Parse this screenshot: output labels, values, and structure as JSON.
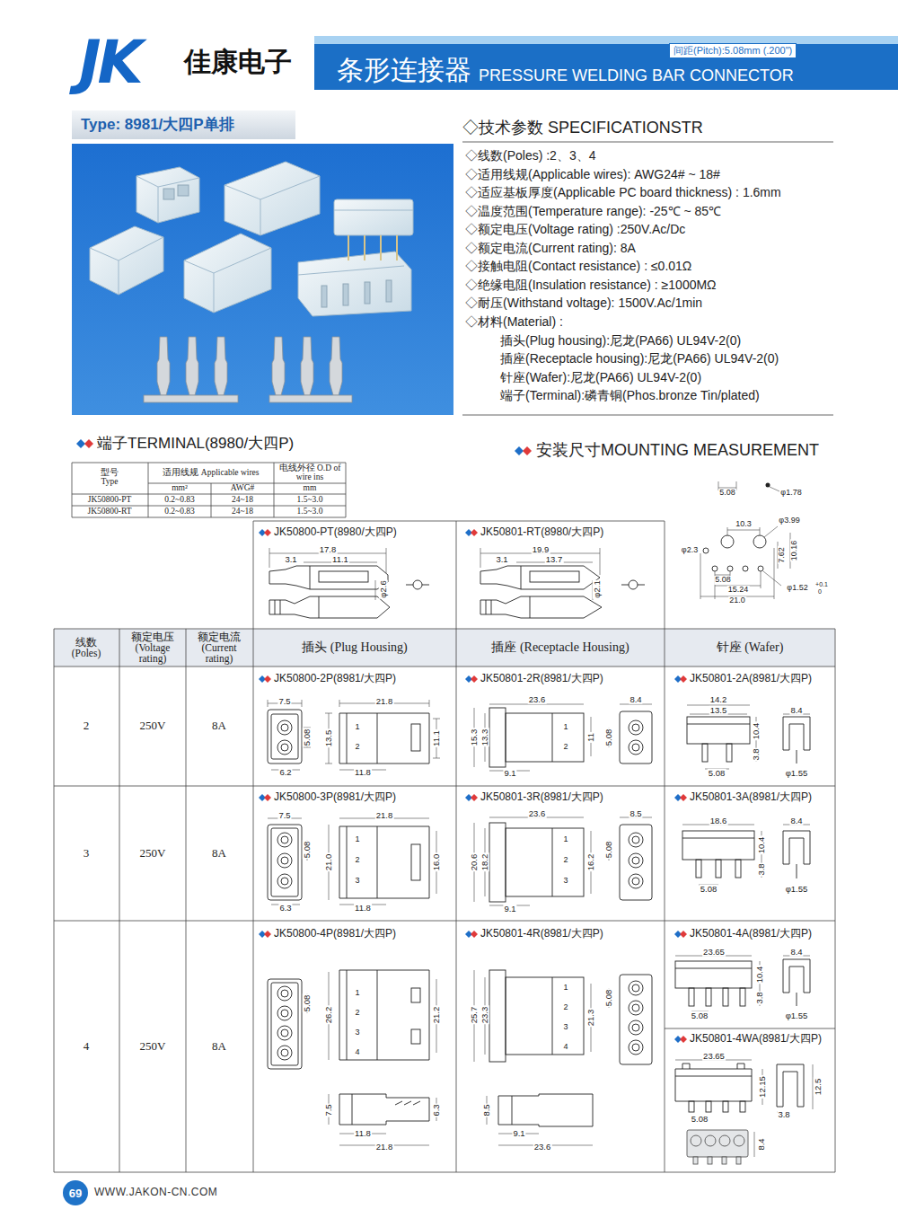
{
  "diagram": {
    "nodes": [
      {
        "text": [
          "条形连接器",
          "PRESSURE WELDING BAR CONNECTOR"
        ]
      },
      {
        "text": [
          "间距(Pitch):5.08mm (.200\")"
        ],
        "in": 0
      },
      {
        "text": [
          "Type: 8981/大四P单排"
        ]
      },
      {
        "text": [
          "69"
        ]
      }
    ],
    "labels": [
      "JK",
      "佳康电子",
      "◇技术参数 SPECIFICATIONSTR",
      "◇线数(Poles) :2、3、4",
      "◇适用线规(Applicable wires): AWG24# ~ 18#",
      "◇适应基板厚度(Applicable PC board thickness) : 1.6mm",
      "◇温度范围(Temperature range): -25℃ ~ 85℃",
      "◇额定电压(Voltage rating) :250V.Ac/Dc",
      "◇额定电流(Current rating): 8A",
      "◇接触电阻(Contact resistance) : ≤0.01Ω",
      "◇绝缘电阻(Insulation resistance) : ≥1000MΩ",
      "◇耐压(Withstand voltage): 1500V.Ac/1min",
      "◇材料(Material) :",
      "插头(Plug housing):尼龙(PA66) UL94V-2(0)",
      "插座(Receptacle housing):尼龙(PA66) UL94V-2(0)",
      "针座(Wafer):尼龙(PA66) UL94V-2(0)",
      "端子(Terminal):磷青铜(Phos.bronze Tin/plated)",
      "端子TERMINAL(8980/大四P)",
      "安装尺寸MOUNTING MEASUREMENT",
      "型号 Type",
      "适用线规 Applicable wires",
      "电线外径 O.D of wire ins",
      "mm²",
      "AWG#",
      "mm",
      "JK50800-PT",
      "0.2~0.83",
      "24~18",
      "1.5~3.0",
      "JK50800-RT",
      "0.2~0.83",
      "24~18",
      "1.5~3.0",
      "5.08",
      "φ1.78",
      "10.3",
      "φ3.99",
      "φ2.3",
      "7.62",
      "10.16",
      "5.08",
      "15.24",
      "21.0",
      "φ1.52",
      "+0.1",
      "0",
      "JK50800-PT(8980/大四P)",
      "17.8",
      "3.1",
      "11.1",
      "φ2.6",
      "JK50801-RT(8980/大四P)",
      "19.9",
      "3.1",
      "13.7",
      "φ2.1",
      "线数 (Poles)",
      "额定电压 (Voltage rating)",
      "额定电流 (Current rating)",
      "插头 (Plug Housing)",
      "插座 (Receptacle Housing)",
      "针座 (Wafer)",
      "2",
      "250V",
      "8A",
      "3",
      "250V",
      "8A",
      "4",
      "250V",
      "8A",
      "JK50800-2P(8981/大四P)",
      "7.5",
      "21.8",
      "5.08",
      "13.5",
      "11.1",
      "1",
      "2",
      "6.2",
      "11.8",
      "JK50801-2R(8981/大四P)",
      "23.6",
      "8.4",
      "15.3",
      "13.3",
      "1",
      "2",
      "11",
      "5.08",
      "9.1",
      "JK50801-2A(8981/大四P)",
      "14.2",
      "13.5",
      "8.4",
      "10.4",
      "3.8",
      "5.08",
      "φ1.55",
      "JK50800-3P(8981/大四P)",
      "7.5",
      "21.8",
      "5.08",
      "21.0",
      "1",
      "2",
      "3",
      "16.0",
      "6.3",
      "11.8",
      "JK50801-3R(8981/大四P)",
      "23.6",
      "8.5",
      "20.6",
      "18.2",
      "1",
      "2",
      "3",
      "16.2",
      "5.08",
      "9.1",
      "JK50801-3A(8981/大四P)",
      "18.6",
      "8.4",
      "10.4",
      "3.8",
      "5.08",
      "φ1.55",
      "JK50800-4P(8981/大四P)",
      "5.08",
      "26.2",
      "1",
      "2",
      "3",
      "4",
      "21.2",
      "7.5",
      "6.3",
      "11.8",
      "21.8",
      "JK50801-4R(8981/大四P)",
      "25.7",
      "23.3",
      "1",
      "2",
      "3",
      "4",
      "21.3",
      "5.08",
      "8.5",
      "9.1",
      "23.6",
      "JK50801-4A(8981/大四P)",
      "23.65",
      "8.4",
      "10.4",
      "3.8",
      "5.08",
      "φ1.55",
      "JK50801-4WA(8981/大四P)",
      "23.65",
      "12.15",
      "12.5",
      "3.8",
      "5.08",
      "8.4",
      "WWW.JAKON-CN.COM"
    ]
  }
}
